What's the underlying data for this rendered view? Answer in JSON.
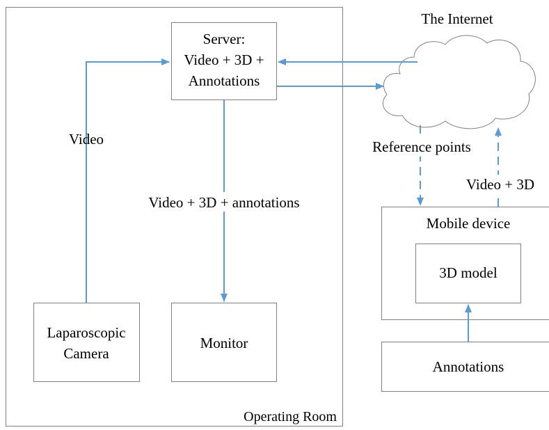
{
  "diagram": {
    "operating_room_label": "Operating Room",
    "internet_label": "The Internet",
    "server": {
      "line1": "Server:",
      "line2": "Video + 3D +",
      "line3": "Annotations"
    },
    "camera": {
      "line1": "Laparoscopic",
      "line2": "Camera"
    },
    "monitor_label": "Monitor",
    "mobile_device_label": "Mobile device",
    "model_label": "3D model",
    "annotations_label": "Annotations",
    "edges": {
      "video": "Video",
      "video_3d_annotations": "Video + 3D + annotations",
      "reference_points": "Reference points",
      "video_3d": "Video + 3D"
    },
    "colors": {
      "arrow": "#5b9bd5",
      "box_border": "#808080"
    }
  }
}
